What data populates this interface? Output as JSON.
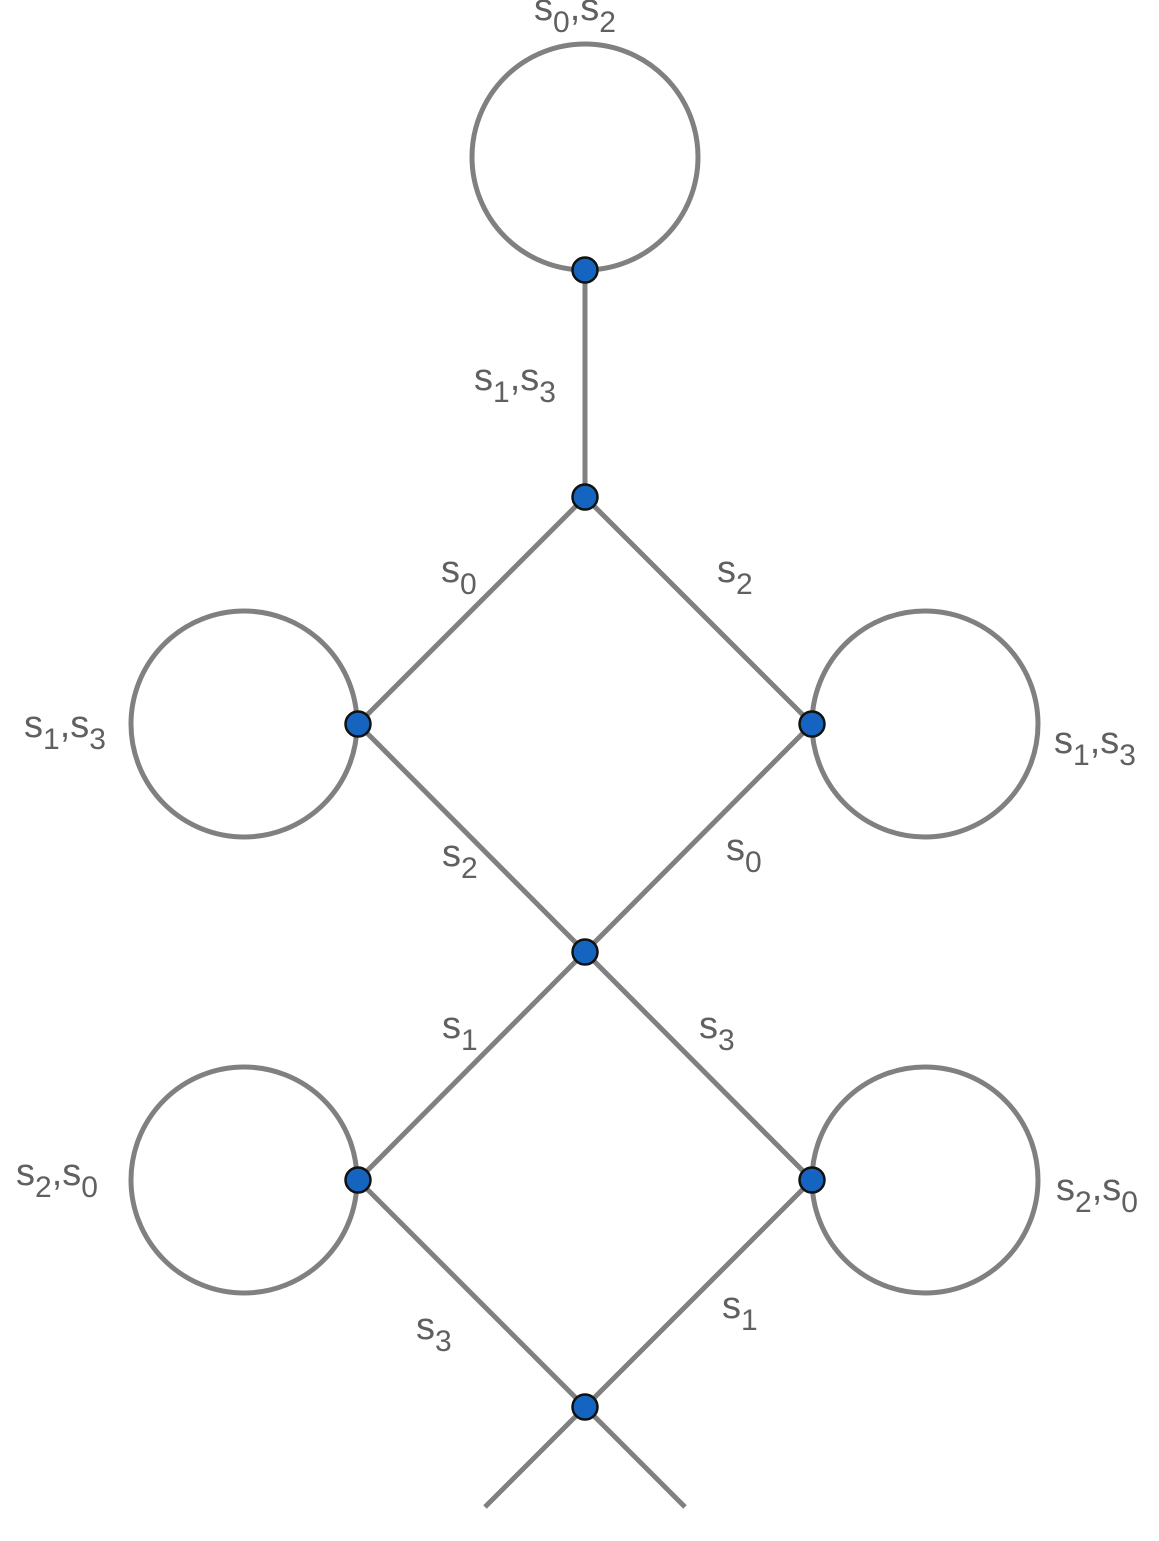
{
  "colors": {
    "edge": "#808080",
    "vertex_fill": "#1565c0",
    "vertex_stroke": "#111111",
    "label": "#606060"
  },
  "graph": {
    "vertices": [
      "top",
      "upper-hub",
      "left-upper",
      "right-upper",
      "middle-hub",
      "left-lower",
      "right-lower",
      "bottom-hub"
    ],
    "edges": [
      {
        "from": "top",
        "to": "upper-hub",
        "label": "s1,s3"
      },
      {
        "from": "upper-hub",
        "to": "left-upper",
        "label": "s0"
      },
      {
        "from": "upper-hub",
        "to": "right-upper",
        "label": "s2"
      },
      {
        "from": "left-upper",
        "to": "middle-hub",
        "label": "s2"
      },
      {
        "from": "right-upper",
        "to": "middle-hub",
        "label": "s0"
      },
      {
        "from": "middle-hub",
        "to": "left-lower",
        "label": "s1"
      },
      {
        "from": "middle-hub",
        "to": "right-lower",
        "label": "s3"
      },
      {
        "from": "left-lower",
        "to": "bottom-hub",
        "label": "s3"
      },
      {
        "from": "right-lower",
        "to": "bottom-hub",
        "label": "s1"
      }
    ],
    "loops": [
      {
        "at": "top",
        "label": "s0,s2"
      },
      {
        "at": "left-upper",
        "label": "s1,s3"
      },
      {
        "at": "right-upper",
        "label": "s1,s3"
      },
      {
        "at": "left-lower",
        "label": "s2,s0"
      },
      {
        "at": "right-lower",
        "label": "s2,s0"
      }
    ]
  },
  "labels": {
    "top_loop": {
      "a": "s",
      "a_sub": "0",
      "sep": ",",
      "b": "s",
      "b_sub": "2"
    },
    "top_edge": {
      "a": "s",
      "a_sub": "1",
      "sep": ",",
      "b": "s",
      "b_sub": "3"
    },
    "edge_upper_left": {
      "a": "s",
      "a_sub": "0"
    },
    "edge_upper_right": {
      "a": "s",
      "a_sub": "2"
    },
    "loop_left_upper": {
      "a": "s",
      "a_sub": "1",
      "sep": ",",
      "b": "s",
      "b_sub": "3"
    },
    "loop_right_upper": {
      "a": "s",
      "a_sub": "1",
      "sep": ",",
      "b": "s",
      "b_sub": "3"
    },
    "edge_mid_left": {
      "a": "s",
      "a_sub": "2"
    },
    "edge_mid_right": {
      "a": "s",
      "a_sub": "0"
    },
    "edge_lower_left": {
      "a": "s",
      "a_sub": "1"
    },
    "edge_lower_right": {
      "a": "s",
      "a_sub": "3"
    },
    "loop_left_lower": {
      "a": "s",
      "a_sub": "2",
      "sep": ",",
      "b": "s",
      "b_sub": "0"
    },
    "loop_right_lower": {
      "a": "s",
      "a_sub": "2",
      "sep": ",",
      "b": "s",
      "b_sub": "0"
    },
    "edge_bottom_left": {
      "a": "s",
      "a_sub": "3"
    },
    "edge_bottom_right": {
      "a": "s",
      "a_sub": "1"
    }
  }
}
